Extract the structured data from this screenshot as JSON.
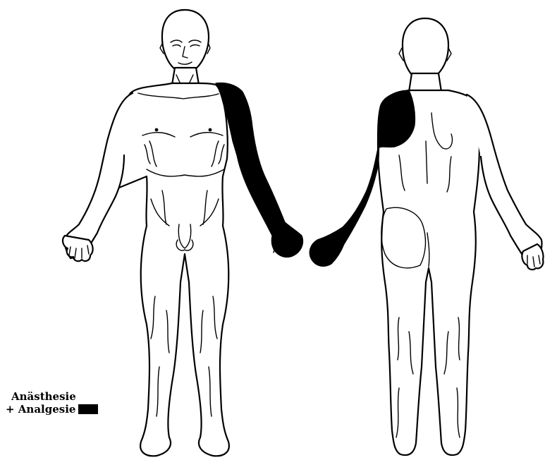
{
  "legend": {
    "line1": "Anästhesie",
    "line2": "+ Analgesie",
    "swatch_color": "#000000"
  },
  "figure": {
    "views": [
      "front",
      "back"
    ],
    "affected_region_color": "#000000",
    "affected_region": "left-arm-and-shoulder"
  }
}
